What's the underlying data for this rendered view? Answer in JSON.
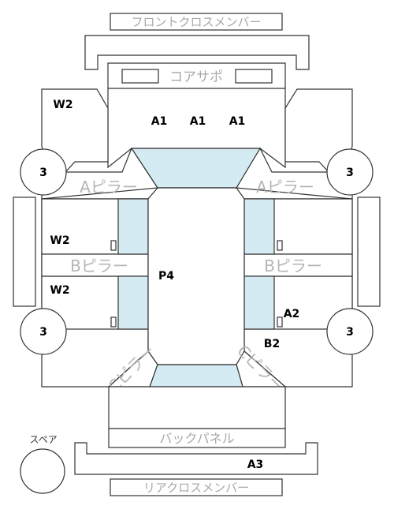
{
  "labels": {
    "front_cross_member": "フロントクロスメンバー",
    "core_support": "コアサポ",
    "a_pillar": "Aピラー",
    "b_pillar": "Bピラー",
    "c_pillar": "Cピラー",
    "back_panel": "バックパネル",
    "rear_cross_member": "リアクロスメンバー",
    "spare": "スペア"
  },
  "codes": {
    "fender_left": "W2",
    "hood_1": "A1",
    "hood_2": "A1",
    "hood_3": "A1",
    "wheel_front_left": "3",
    "wheel_front_right": "3",
    "wheel_rear_left": "3",
    "wheel_rear_right": "3",
    "door_front_left": "W2",
    "door_rear_left": "W2",
    "roof": "P4",
    "door_rear_right_a": "A2",
    "door_rear_right_b": "B2",
    "rear_bumper": "A3"
  },
  "colors": {
    "glass": "#d5ebf3",
    "outline": "#333333",
    "label_gray": "#a8a8a8"
  }
}
